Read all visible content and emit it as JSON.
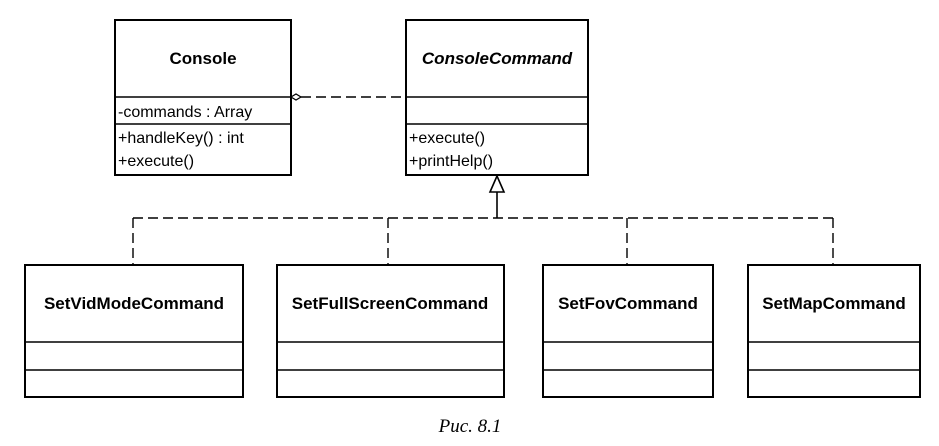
{
  "classes": {
    "console": {
      "name": "Console",
      "attributes": [
        "-commands : Array"
      ],
      "operations": [
        "+handleKey() : int",
        "+execute()"
      ]
    },
    "console_command": {
      "name": "ConsoleCommand",
      "abstract": true,
      "attributes": [],
      "operations": [
        "+execute()",
        "+printHelp()"
      ]
    },
    "subclasses": [
      {
        "name": "SetVidModeCommand"
      },
      {
        "name": "SetFullScreenCommand"
      },
      {
        "name": "SetFovCommand"
      },
      {
        "name": "SetMapCommand"
      }
    ]
  },
  "relations": [
    {
      "type": "aggregation",
      "from": "Console",
      "to": "ConsoleCommand",
      "style": "dashed"
    },
    {
      "type": "generalization",
      "from": "SetVidModeCommand",
      "to": "ConsoleCommand",
      "style": "dashed"
    },
    {
      "type": "generalization",
      "from": "SetFullScreenCommand",
      "to": "ConsoleCommand",
      "style": "dashed"
    },
    {
      "type": "generalization",
      "from": "SetFovCommand",
      "to": "ConsoleCommand",
      "style": "dashed"
    },
    {
      "type": "generalization",
      "from": "SetMapCommand",
      "to": "ConsoleCommand",
      "style": "dashed"
    }
  ],
  "caption": "Рис. 8.1"
}
